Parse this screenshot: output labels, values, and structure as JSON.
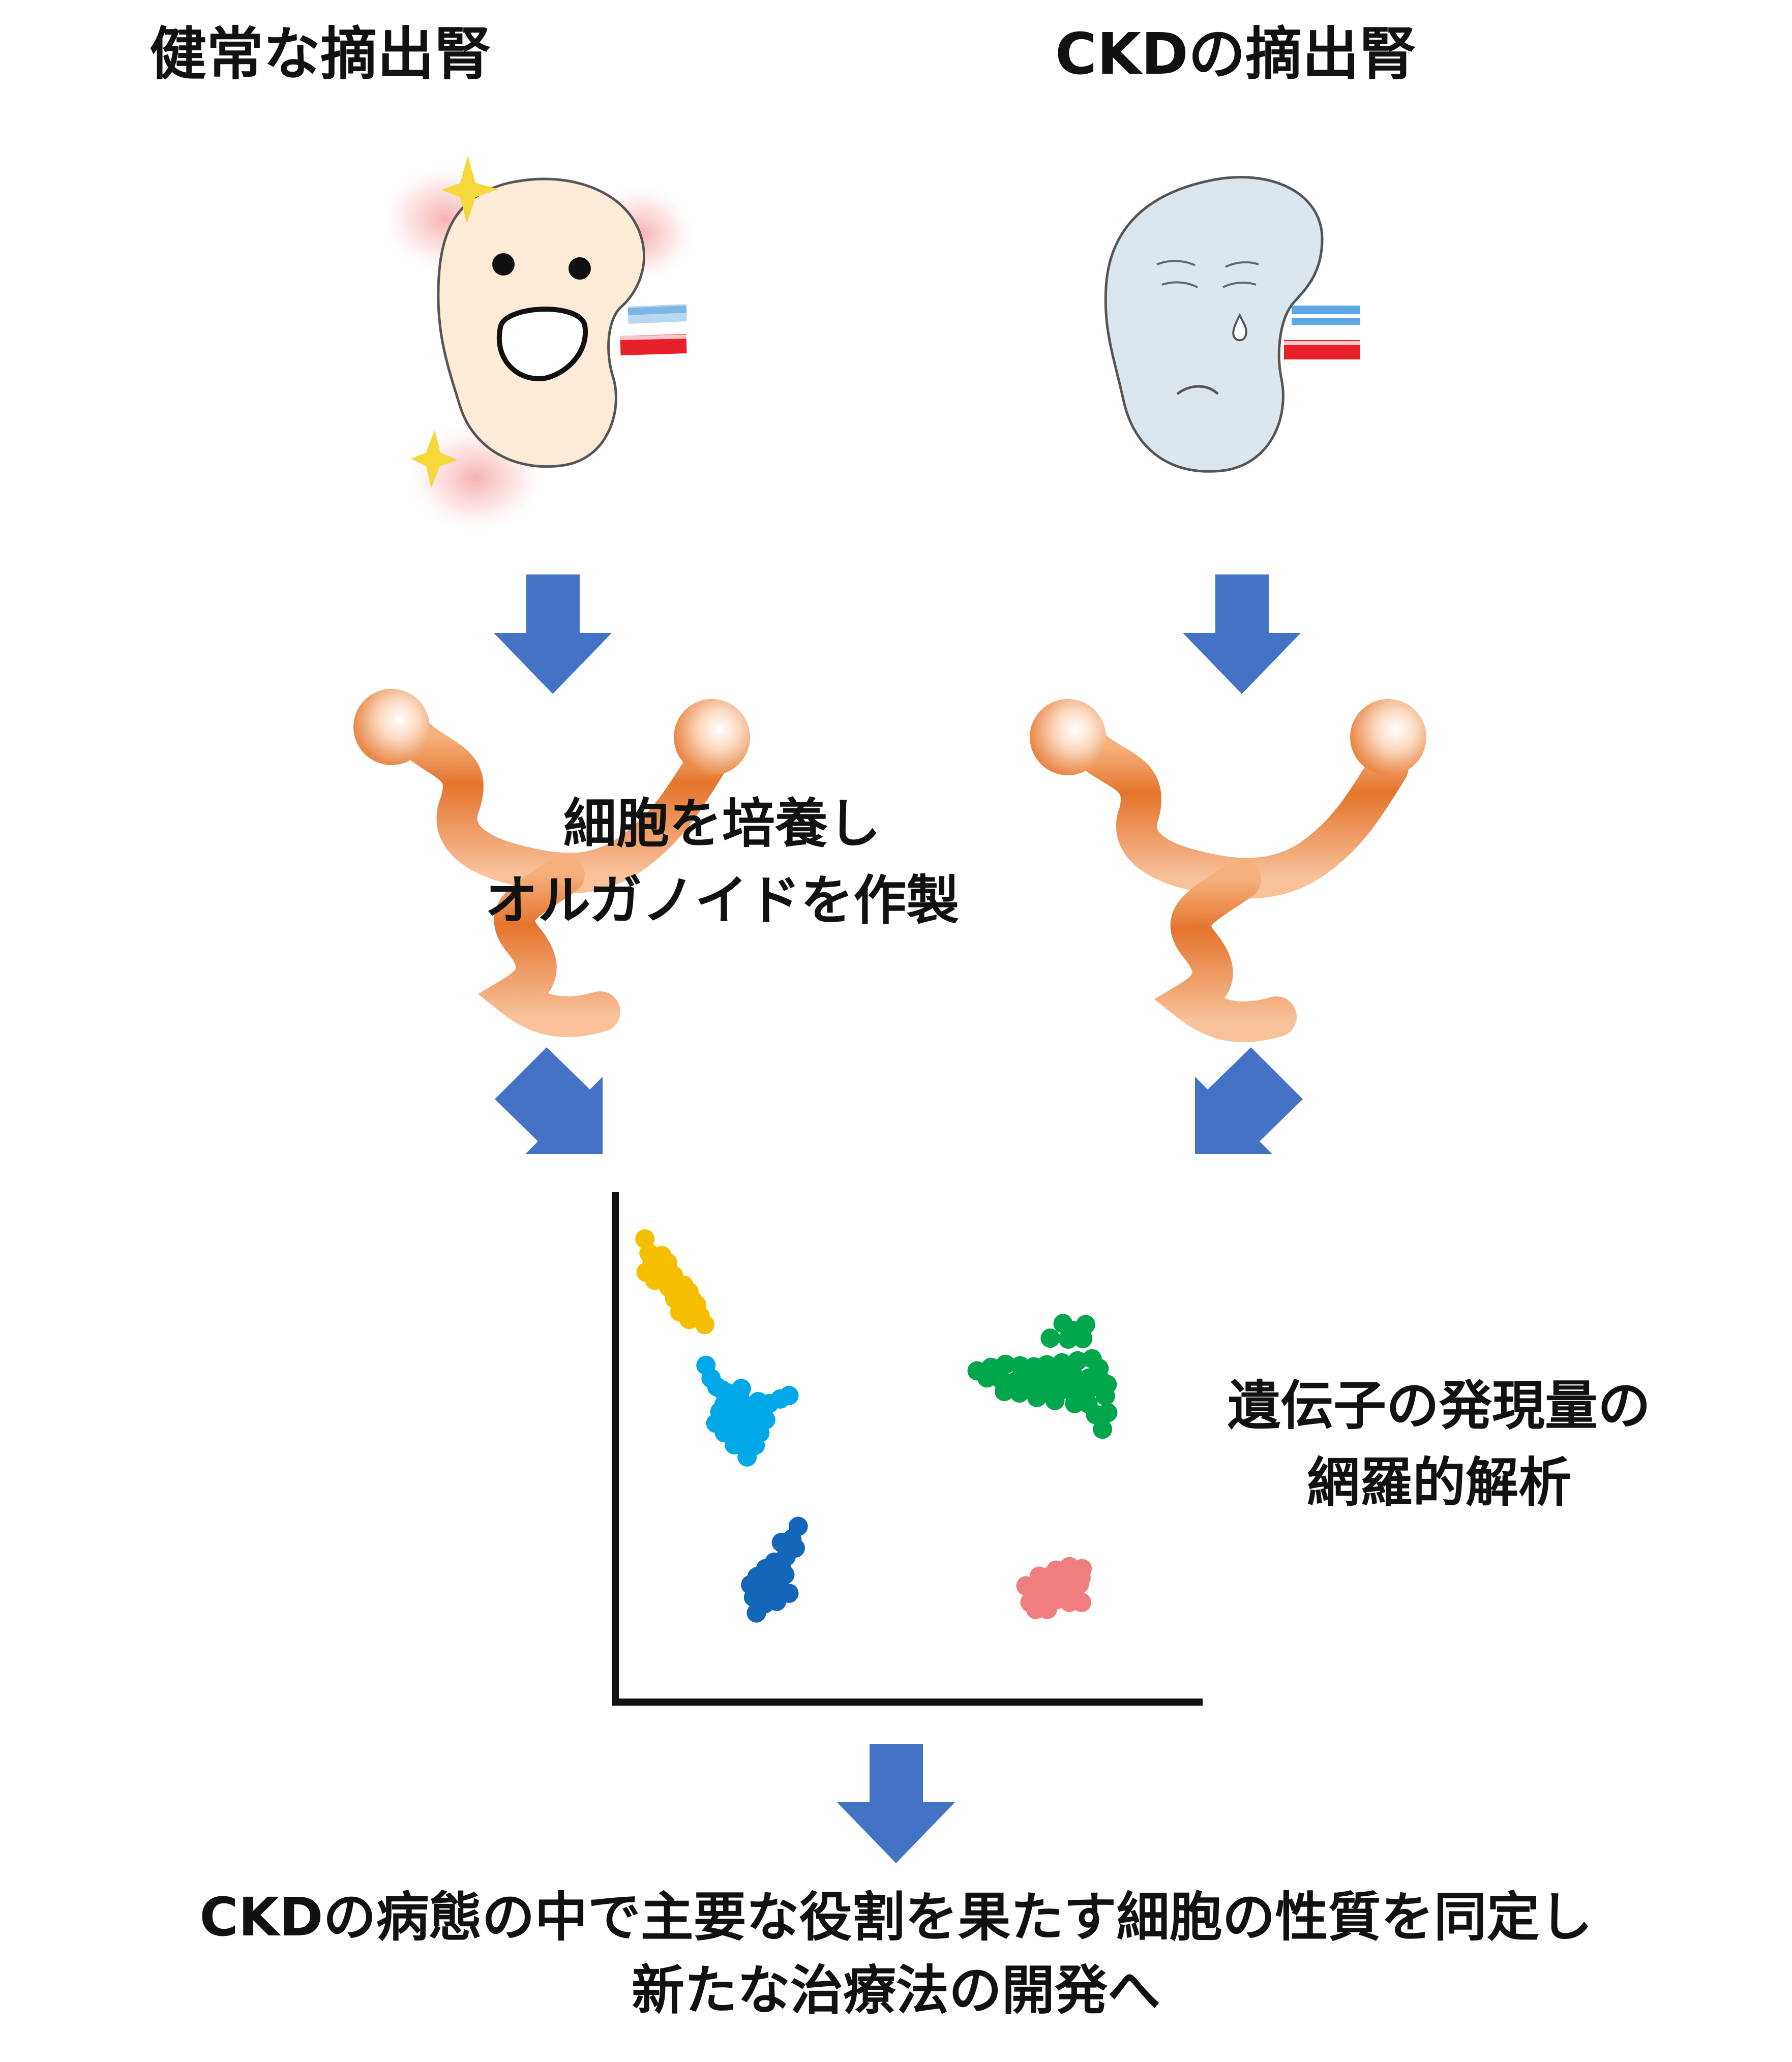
{
  "headings": {
    "healthy_kidney": "健常な摘出腎",
    "ckd_kidney": "CKDの摘出腎"
  },
  "steps": {
    "organoid": [
      "細胞を培養し",
      "オルガノイドを作製"
    ],
    "analysis": [
      "遺伝子の発現量の",
      "網羅的解析"
    ],
    "conclusion": [
      "CKDの病態の中で主要な役割を果たす細胞の性質を同定し",
      "新たな治療法の開発へ"
    ]
  },
  "colors": {
    "arrow": "#4472C4",
    "healthy_kidney_fill": "#FCEBD6",
    "ckd_kidney_fill": "#DCE6EE",
    "artery": "#E8202A",
    "vein": "#5BA7E5",
    "organoid": "#E07A36",
    "sparkle": "#F7D83A"
  },
  "chart_data": {
    "type": "scatter",
    "title": "",
    "xlabel": "",
    "ylabel": "",
    "grid": false,
    "series": [
      {
        "color": "#F5BE00",
        "points": [
          [
            4.4,
            91.2
          ],
          [
            5.1,
            88.4
          ],
          [
            5.6,
            87.0
          ],
          [
            4.6,
            84.6
          ],
          [
            6.3,
            86.4
          ],
          [
            7.3,
            87.9
          ],
          [
            8.3,
            86.5
          ],
          [
            7.6,
            84.3
          ],
          [
            9.3,
            84.0
          ],
          [
            6.1,
            83.0
          ],
          [
            10.0,
            82.2
          ],
          [
            8.5,
            81.6
          ],
          [
            11.1,
            82.0
          ],
          [
            12.0,
            80.7
          ],
          [
            9.5,
            79.4
          ],
          [
            12.6,
            79.0
          ],
          [
            10.8,
            79.0
          ],
          [
            13.3,
            78.1
          ],
          [
            10.4,
            76.7
          ],
          [
            13.9,
            75.9
          ],
          [
            11.5,
            76.8
          ],
          [
            12.9,
            76.2
          ],
          [
            14.7,
            74.2
          ],
          [
            12.0,
            75.2
          ]
        ]
      },
      {
        "color": "#00A8E8",
        "points": [
          [
            14.9,
            66.1
          ],
          [
            15.8,
            63.5
          ],
          [
            16.8,
            61.8
          ],
          [
            17.7,
            61.2
          ],
          [
            18.7,
            60.6
          ],
          [
            20.7,
            60.1
          ],
          [
            21.0,
            61.5
          ],
          [
            18.0,
            58.3
          ],
          [
            19.8,
            58.1
          ],
          [
            21.9,
            58.0
          ],
          [
            23.9,
            58.9
          ],
          [
            24.4,
            57.5
          ],
          [
            17.3,
            56.9
          ],
          [
            18.4,
            56.3
          ],
          [
            20.5,
            56.5
          ],
          [
            22.3,
            56.4
          ],
          [
            25.8,
            58.5
          ],
          [
            27.7,
            59.4
          ],
          [
            29.2,
            60.1
          ],
          [
            16.6,
            54.6
          ],
          [
            19.1,
            54.3
          ],
          [
            21.2,
            54.2
          ],
          [
            23.2,
            54.7
          ],
          [
            25.2,
            55.3
          ],
          [
            18.1,
            52.7
          ],
          [
            20.5,
            52.2
          ],
          [
            22.8,
            52.1
          ],
          [
            24.2,
            52.7
          ],
          [
            19.8,
            50.3
          ],
          [
            21.9,
            49.8
          ],
          [
            23.4,
            50.2
          ],
          [
            22.0,
            47.9
          ]
        ]
      },
      {
        "color": "#00A64C",
        "points": [
          [
            76.4,
            74.4
          ],
          [
            78.2,
            73.0
          ],
          [
            80.3,
            74.2
          ],
          [
            74.2,
            71.5
          ],
          [
            77.3,
            71.3
          ],
          [
            79.8,
            71.4
          ],
          [
            61.6,
            65.0
          ],
          [
            64.0,
            65.7
          ],
          [
            66.5,
            66.3
          ],
          [
            69.0,
            66.0
          ],
          [
            71.4,
            65.8
          ],
          [
            73.6,
            66.2
          ],
          [
            76.2,
            66.6
          ],
          [
            78.9,
            67.0
          ],
          [
            81.4,
            67.4
          ],
          [
            82.6,
            65.5
          ],
          [
            63.3,
            63.6
          ],
          [
            65.7,
            63.3
          ],
          [
            68.2,
            62.9
          ],
          [
            70.3,
            62.7
          ],
          [
            73.0,
            63.1
          ],
          [
            75.7,
            63.9
          ],
          [
            78.2,
            64.1
          ],
          [
            80.9,
            63.6
          ],
          [
            83.0,
            63.0
          ],
          [
            66.3,
            60.9
          ],
          [
            68.9,
            60.6
          ],
          [
            71.5,
            61.1
          ],
          [
            74.0,
            61.5
          ],
          [
            76.5,
            61.3
          ],
          [
            79.1,
            61.5
          ],
          [
            81.7,
            61.8
          ],
          [
            84.0,
            62.3
          ],
          [
            71.9,
            59.7
          ],
          [
            75.0,
            59.1
          ],
          [
            78.4,
            58.5
          ],
          [
            80.7,
            58.5
          ],
          [
            83.7,
            60.0
          ],
          [
            82.0,
            56.3
          ],
          [
            84.1,
            56.7
          ],
          [
            83.2,
            53.4
          ]
        ]
      },
      {
        "color": "#1466B8",
        "points": [
          [
            30.8,
            34.1
          ],
          [
            29.7,
            31.6
          ],
          [
            30.3,
            29.8
          ],
          [
            27.9,
            30.9
          ],
          [
            28.7,
            28.1
          ],
          [
            26.7,
            27.0
          ],
          [
            25.2,
            25.7
          ],
          [
            28.0,
            25.5
          ],
          [
            23.7,
            24.1
          ],
          [
            26.0,
            24.2
          ],
          [
            28.5,
            24.5
          ],
          [
            22.6,
            22.5
          ],
          [
            25.1,
            22.5
          ],
          [
            27.6,
            22.4
          ],
          [
            24.3,
            21.6
          ],
          [
            26.8,
            20.8
          ],
          [
            29.2,
            20.8
          ],
          [
            27.1,
            19.2
          ],
          [
            23.1,
            20.0
          ],
          [
            25.0,
            18.7
          ],
          [
            23.6,
            16.9
          ]
        ]
      },
      {
        "color": "#F07E7E",
        "points": [
          [
            75.2,
            25.4
          ],
          [
            77.5,
            26.1
          ],
          [
            79.7,
            25.7
          ],
          [
            72.3,
            24.2
          ],
          [
            74.4,
            24.4
          ],
          [
            76.8,
            24.0
          ],
          [
            79.5,
            23.9
          ],
          [
            70.0,
            22.3
          ],
          [
            72.2,
            22.9
          ],
          [
            73.9,
            22.6
          ],
          [
            76.5,
            22.3
          ],
          [
            79.2,
            22.6
          ],
          [
            71.4,
            21.2
          ],
          [
            73.3,
            20.7
          ],
          [
            75.7,
            20.5
          ],
          [
            78.1,
            20.2
          ],
          [
            70.7,
            19.0
          ],
          [
            73.0,
            19.2
          ],
          [
            75.2,
            19.5
          ],
          [
            77.5,
            19.0
          ],
          [
            79.6,
            19.0
          ],
          [
            71.7,
            17.6
          ],
          [
            73.7,
            17.6
          ]
        ]
      }
    ]
  }
}
